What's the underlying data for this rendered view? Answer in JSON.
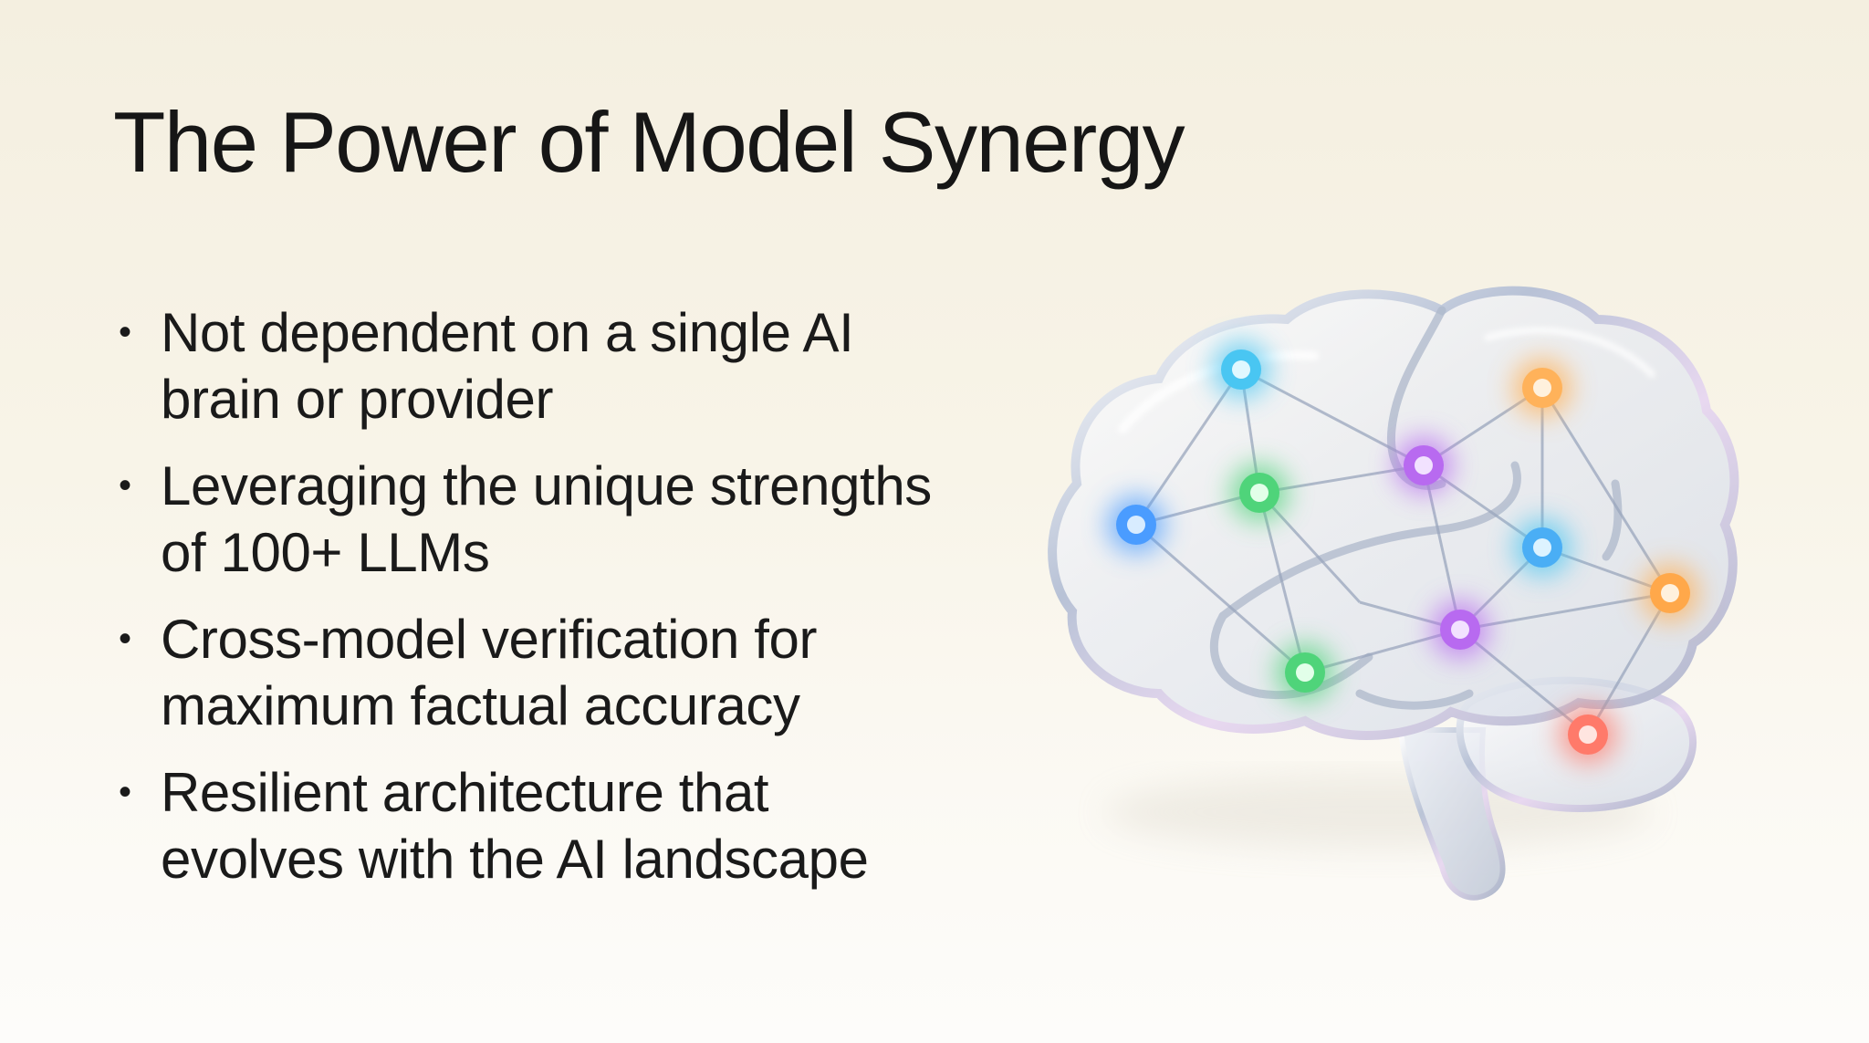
{
  "slide": {
    "title": "The Power of Model Synergy",
    "bullets": [
      "Not dependent on a single AI brain or provider",
      "Leveraging the unique strengths of 100+ LLMs",
      "Cross-model verification for maximum factual accuracy",
      "Resilient architecture that evolves with the AI landscape"
    ],
    "bullet_glyph": "•"
  },
  "illustration": {
    "icon": "glass-brain-network-icon",
    "node_colors": {
      "blue": "#4a9cff",
      "cyan": "#49c6f2",
      "green": "#4fd47a",
      "purple": "#b86af0",
      "orange": "#ffb25a",
      "coral": "#ff7a6a"
    }
  }
}
